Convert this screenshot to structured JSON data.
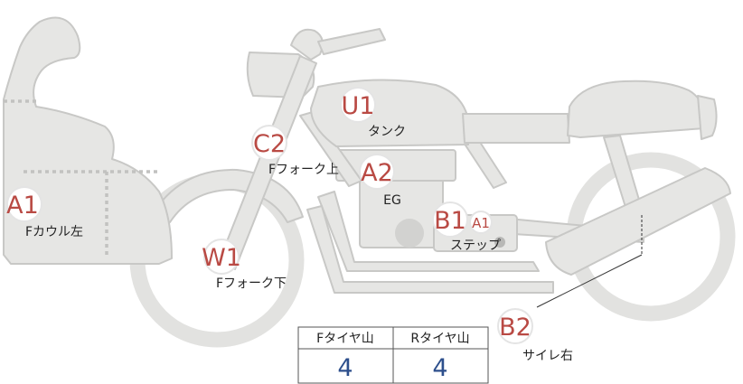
{
  "badges": {
    "a1_left": "A1",
    "u1": "U1",
    "c2": "C2",
    "a2": "A2",
    "b1": "B1",
    "a1_small": "A1",
    "w1": "W1",
    "b2": "B2"
  },
  "labels": {
    "f_cowl_left": "Fカウル左",
    "tank": "タンク",
    "f_fork_upper": "Fフォーク上",
    "eg": "EG",
    "step": "ステップ",
    "f_fork_lower": "Fフォーク下",
    "silencer_right": "サイレ右"
  },
  "tire_table": {
    "headers": [
      "Fタイヤ山",
      "Rタイヤ山"
    ],
    "values": [
      "4",
      "4"
    ]
  },
  "colors": {
    "body_fill": "#e6e6e4",
    "outline": "#c8c8c6",
    "badge_text": "#b94a44",
    "value_text": "#2d4f8c"
  }
}
